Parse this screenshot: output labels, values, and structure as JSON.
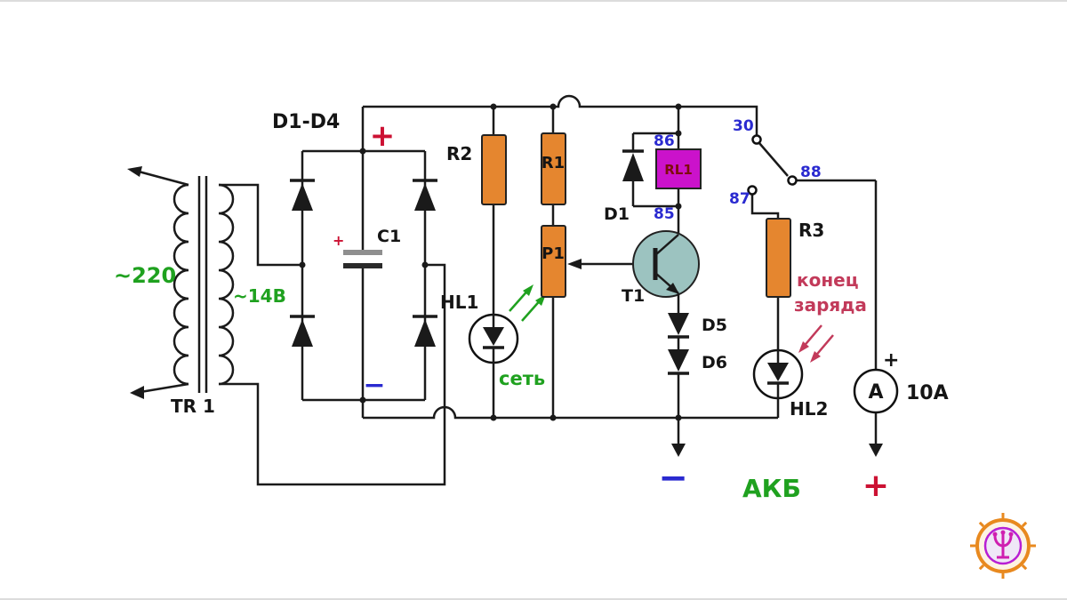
{
  "schematic": {
    "transformer": {
      "name": "TR 1",
      "primary_voltage": "~220",
      "secondary_voltage": "~14В"
    },
    "bridge": {
      "label": "D1-D4",
      "plus": "+",
      "minus": "−"
    },
    "capacitor": {
      "label": "C1",
      "plus": "+"
    },
    "resistors": {
      "r2": "R2",
      "r1": "R1",
      "p1": "P1",
      "r3": "R3"
    },
    "leds": {
      "hl1": "HL1",
      "hl1_caption": "сеть",
      "hl2": "HL2",
      "hl2_caption_line1": "конец",
      "hl2_caption_line2": "заряда"
    },
    "relay": {
      "label": "RL1",
      "pin_top": "86",
      "pin_bottom": "85",
      "contact_common": "30",
      "contact_a": "87",
      "contact_b": "88"
    },
    "diode_d1": "D1",
    "transistor": "T1",
    "diode_d5": "D5",
    "diode_d6": "D6",
    "ammeter": {
      "symbol": "A",
      "rating": "10A",
      "plus": "+"
    },
    "battery": {
      "label": "АКБ",
      "minus": "−",
      "plus": "+"
    }
  },
  "colors": {
    "wire": "#1a1a1a",
    "resistor_fill": "#e5862f",
    "relay_fill": "#cb12cb",
    "transistor_fill": "#9cc3c0",
    "label_green": "#1fa11f",
    "label_blue": "#2a2ad0",
    "label_red": "#cc1133",
    "label_crimson": "#c23a5a"
  }
}
